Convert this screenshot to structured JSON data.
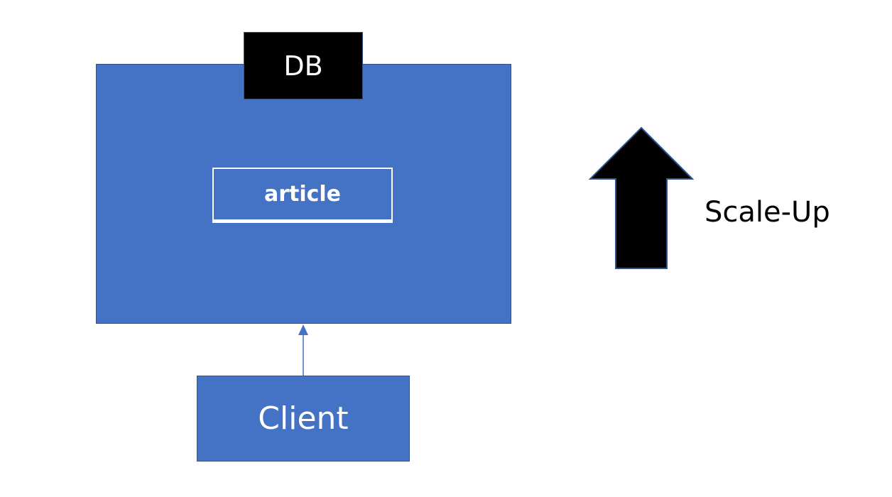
{
  "diagram": {
    "db": {
      "label": "DB"
    },
    "table": {
      "label": "article"
    },
    "client": {
      "label": "Client"
    },
    "scale": {
      "label": "Scale-Up"
    }
  },
  "colors": {
    "box_fill": "#4472c4",
    "box_border": "#2f528f",
    "label_fill": "#000000",
    "text_light": "#ffffff",
    "text_dark": "#000000"
  }
}
